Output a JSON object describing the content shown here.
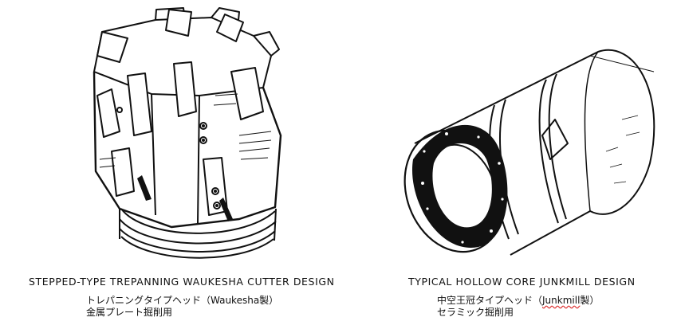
{
  "left_figure": {
    "caption_en": "STEPPED-TYPE TREPANNING WAUKESHA CUTTER DESIGN",
    "caption_ja_line1": "トレパニングタイプヘッド（Waukesha製）",
    "caption_ja_line2": "金属プレート掘削用"
  },
  "right_figure": {
    "caption_en": "TYPICAL HOLLOW CORE JUNKMILL DESIGN",
    "caption_ja_line1_prefix": "中空王冠タイプヘッド（",
    "caption_ja_line1_word": "Junkmill",
    "caption_ja_line1_suffix": "製）",
    "caption_ja_line2": "セラミック掘削用"
  }
}
